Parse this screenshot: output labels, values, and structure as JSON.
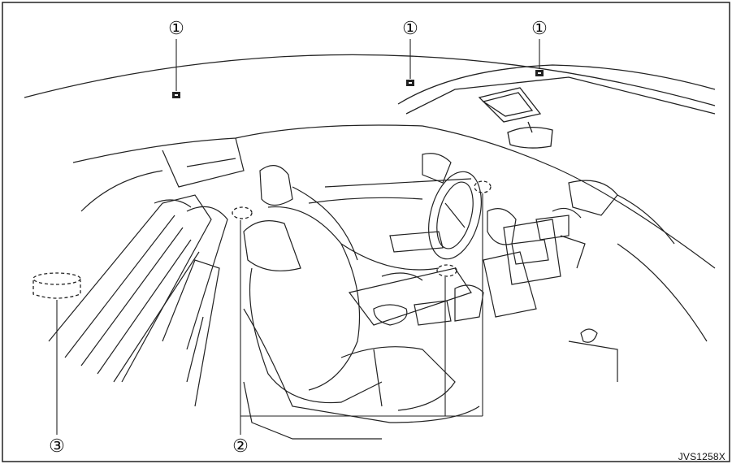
{
  "callouts": [
    {
      "label": "①",
      "target": "sensor"
    },
    {
      "label": "①",
      "target": "sensor"
    },
    {
      "label": "①",
      "target": "sensor"
    },
    {
      "label": "②",
      "target": "sensor"
    },
    {
      "label": "③",
      "target": "sensor"
    }
  ],
  "figure_code": "JVS1258X",
  "colors": {
    "line": "#222222",
    "background": "#ffffff"
  }
}
